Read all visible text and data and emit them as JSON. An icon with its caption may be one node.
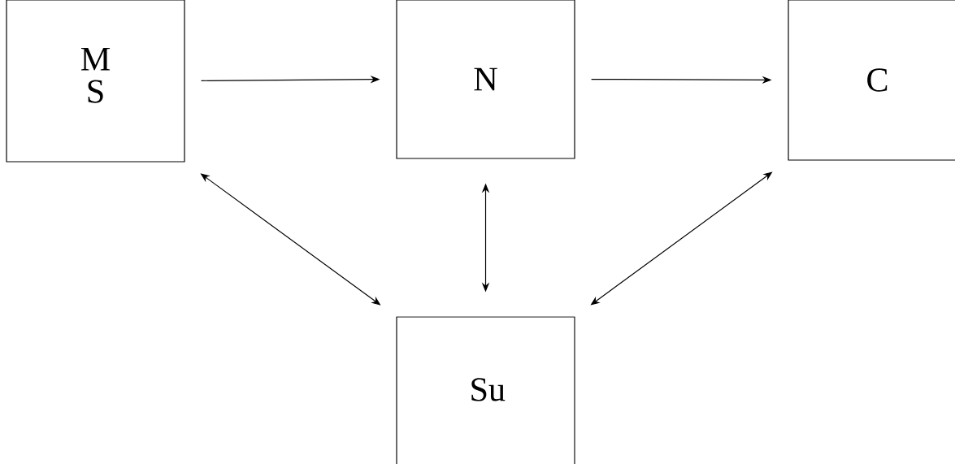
{
  "diagram": {
    "nodes": [
      {
        "text": [
          "M S"
        ]
      },
      {
        "text": [
          "N"
        ]
      },
      {
        "text": [
          "C"
        ]
      },
      {
        "text": [
          "Su"
        ]
      }
    ],
    "edges": [
      {
        "from": 0,
        "to": 1,
        "arrow": "to"
      },
      {
        "from": 1,
        "to": 2,
        "arrow": "to"
      },
      {
        "from": 0,
        "to": 3,
        "arrow": "both"
      },
      {
        "from": 1,
        "to": 3,
        "arrow": "both"
      },
      {
        "from": 2,
        "to": 3,
        "arrow": "both"
      }
    ]
  }
}
